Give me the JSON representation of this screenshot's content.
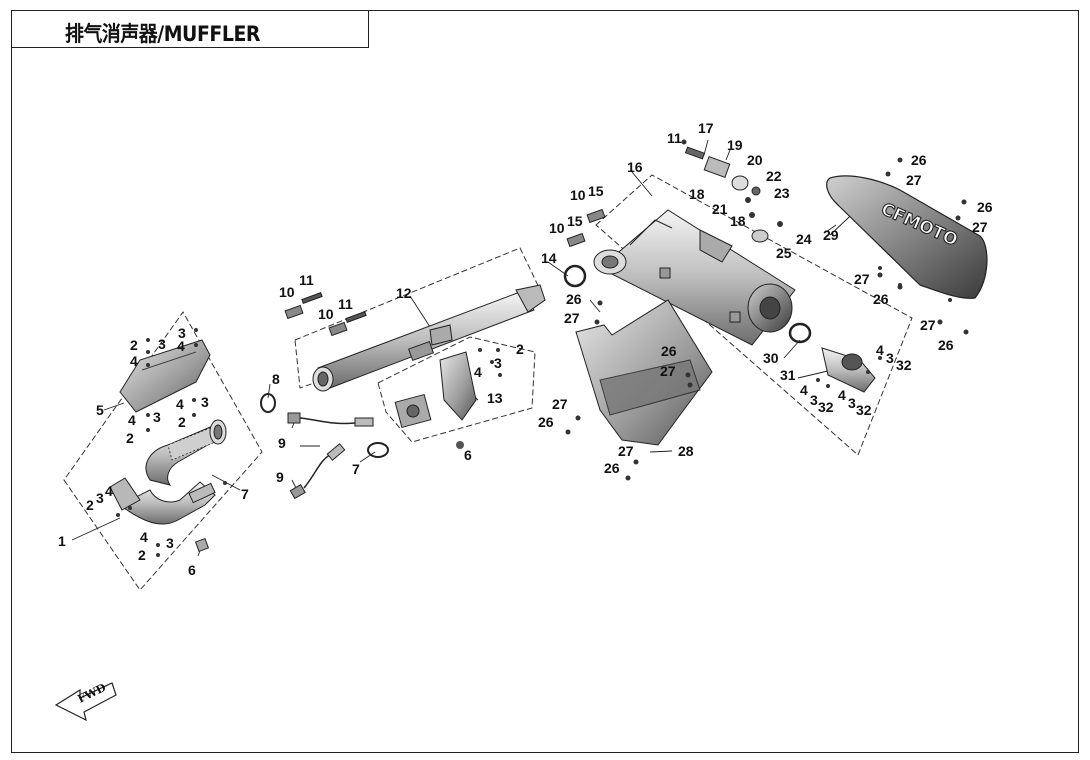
{
  "title": "排气消声器/MUFFLER",
  "fwd_label": "FWD",
  "brand_label": "CFMOTO",
  "callouts": [
    {
      "id": "c1",
      "text": "1"
    },
    {
      "id": "c2a",
      "text": "2"
    },
    {
      "id": "c3a",
      "text": "3"
    },
    {
      "id": "c4a",
      "text": "4"
    },
    {
      "id": "c2b",
      "text": "2"
    },
    {
      "id": "c3b",
      "text": "3"
    },
    {
      "id": "c4b",
      "text": "4"
    },
    {
      "id": "c6a",
      "text": "6"
    },
    {
      "id": "c7a",
      "text": "7"
    },
    {
      "id": "c2c",
      "text": "2"
    },
    {
      "id": "c3c",
      "text": "3"
    },
    {
      "id": "c4c",
      "text": "4"
    },
    {
      "id": "c3d",
      "text": "3"
    },
    {
      "id": "c4d",
      "text": "4"
    },
    {
      "id": "c5",
      "text": "5"
    },
    {
      "id": "c4e",
      "text": "4"
    },
    {
      "id": "c3e",
      "text": "3"
    },
    {
      "id": "c2d",
      "text": "2"
    },
    {
      "id": "c4f",
      "text": "4"
    },
    {
      "id": "c3f",
      "text": "3"
    },
    {
      "id": "c2e",
      "text": "2"
    },
    {
      "id": "c8",
      "text": "8"
    },
    {
      "id": "c9a",
      "text": "9"
    },
    {
      "id": "c9b",
      "text": "9"
    },
    {
      "id": "c7b",
      "text": "7"
    },
    {
      "id": "c10a",
      "text": "10"
    },
    {
      "id": "c11a",
      "text": "11"
    },
    {
      "id": "c10b",
      "text": "10"
    },
    {
      "id": "c11b",
      "text": "11"
    },
    {
      "id": "c12",
      "text": "12"
    },
    {
      "id": "c2f",
      "text": "2"
    },
    {
      "id": "c3g",
      "text": "3"
    },
    {
      "id": "c4g",
      "text": "4"
    },
    {
      "id": "c13",
      "text": "13"
    },
    {
      "id": "c6b",
      "text": "6"
    },
    {
      "id": "c14",
      "text": "14"
    },
    {
      "id": "c10c",
      "text": "10"
    },
    {
      "id": "c15a",
      "text": "15"
    },
    {
      "id": "c10d",
      "text": "10"
    },
    {
      "id": "c15b",
      "text": "15"
    },
    {
      "id": "c16",
      "text": "16"
    },
    {
      "id": "c26a",
      "text": "26"
    },
    {
      "id": "c27a",
      "text": "27"
    },
    {
      "id": "c11c",
      "text": "11"
    },
    {
      "id": "c17",
      "text": "17"
    },
    {
      "id": "c19",
      "text": "19"
    },
    {
      "id": "c20",
      "text": "20"
    },
    {
      "id": "c22",
      "text": "22"
    },
    {
      "id": "c18a",
      "text": "18"
    },
    {
      "id": "c21",
      "text": "21"
    },
    {
      "id": "c23",
      "text": "23"
    },
    {
      "id": "c18b",
      "text": "18"
    },
    {
      "id": "c24",
      "text": "24"
    },
    {
      "id": "c25",
      "text": "25"
    },
    {
      "id": "c26b",
      "text": "26"
    },
    {
      "id": "c27b",
      "text": "27"
    },
    {
      "id": "c29",
      "text": "29"
    },
    {
      "id": "c26c",
      "text": "26"
    },
    {
      "id": "c27c",
      "text": "27"
    },
    {
      "id": "c27d",
      "text": "27"
    },
    {
      "id": "c26d",
      "text": "26"
    },
    {
      "id": "c27e",
      "text": "27"
    },
    {
      "id": "c26e",
      "text": "26"
    },
    {
      "id": "c30",
      "text": "30"
    },
    {
      "id": "c31",
      "text": "31"
    },
    {
      "id": "c4h",
      "text": "4"
    },
    {
      "id": "c3h",
      "text": "3"
    },
    {
      "id": "c32a",
      "text": "32"
    },
    {
      "id": "c4i",
      "text": "4"
    },
    {
      "id": "c3i",
      "text": "3"
    },
    {
      "id": "c32b",
      "text": "32"
    },
    {
      "id": "c4j",
      "text": "4"
    },
    {
      "id": "c3j",
      "text": "3"
    },
    {
      "id": "c32c",
      "text": "32"
    },
    {
      "id": "c26f",
      "text": "26"
    },
    {
      "id": "c27f",
      "text": "27"
    },
    {
      "id": "c27g",
      "text": "27"
    },
    {
      "id": "c26g",
      "text": "26"
    },
    {
      "id": "c27h",
      "text": "27"
    },
    {
      "id": "c26h",
      "text": "26"
    },
    {
      "id": "c28",
      "text": "28"
    }
  ]
}
